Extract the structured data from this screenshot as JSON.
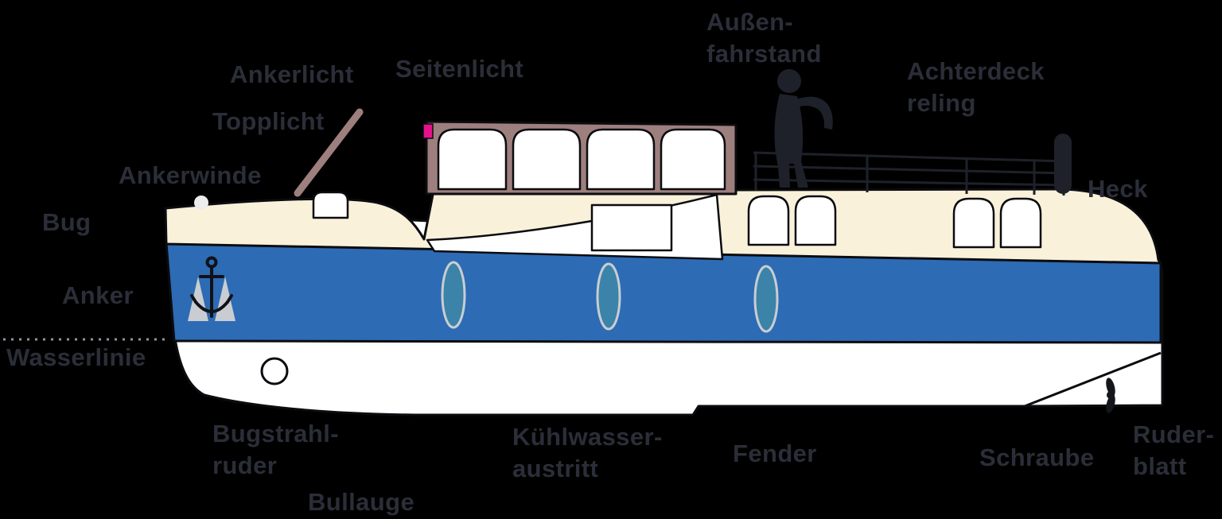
{
  "labels": {
    "aussenfahrstand": {
      "line1": "Außen-",
      "line2": "fahrstand"
    },
    "ankerlicht": {
      "text": "Ankerlicht"
    },
    "seitenlicht": {
      "text": "Seitenlicht"
    },
    "achterdeckreling": {
      "line1": "Achterdeck",
      "line2": "reling"
    },
    "topplicht": {
      "text": "Topplicht"
    },
    "ankerwinde": {
      "text": "Ankerwinde"
    },
    "heck": {
      "text": "Heck"
    },
    "bug": {
      "text": "Bug"
    },
    "anker": {
      "text": "Anker"
    },
    "wasserlinie": {
      "text": "Wasserlinie"
    },
    "bugstrahlruder": {
      "line1": "Bugstrahl-",
      "line2": "ruder"
    },
    "bullauge": {
      "text": "Bullauge"
    },
    "kuehlwasseraustritt": {
      "line1": "Kühlwasser-",
      "line2": "austritt"
    },
    "fender": {
      "text": "Fender"
    },
    "schraube": {
      "text": "Schraube"
    },
    "ruderblatt": {
      "line1": "Ruder-",
      "line2": "blatt"
    }
  },
  "icons": {
    "anchor": "anchor-icon",
    "propeller": "propeller-icon",
    "helmsman": "helmsman-figure",
    "side_light": "side-light",
    "waterline": "waterline-dots"
  },
  "colors": {
    "background": "#000000",
    "label_text": "#2b2e38",
    "hull_cream": "#f9f1da",
    "hull_blue": "#2d6bb4",
    "hull_white": "#ffffff",
    "cabin_mauve": "#9d7f7e",
    "fender_teal": "#3b83a8",
    "sidelight_magenta": "#e6128b",
    "outline_dark": "#0b0c10",
    "figure_dark": "#1e212a",
    "detail_gray": "#c9cdd2",
    "waterline_gray": "#8f959c"
  }
}
